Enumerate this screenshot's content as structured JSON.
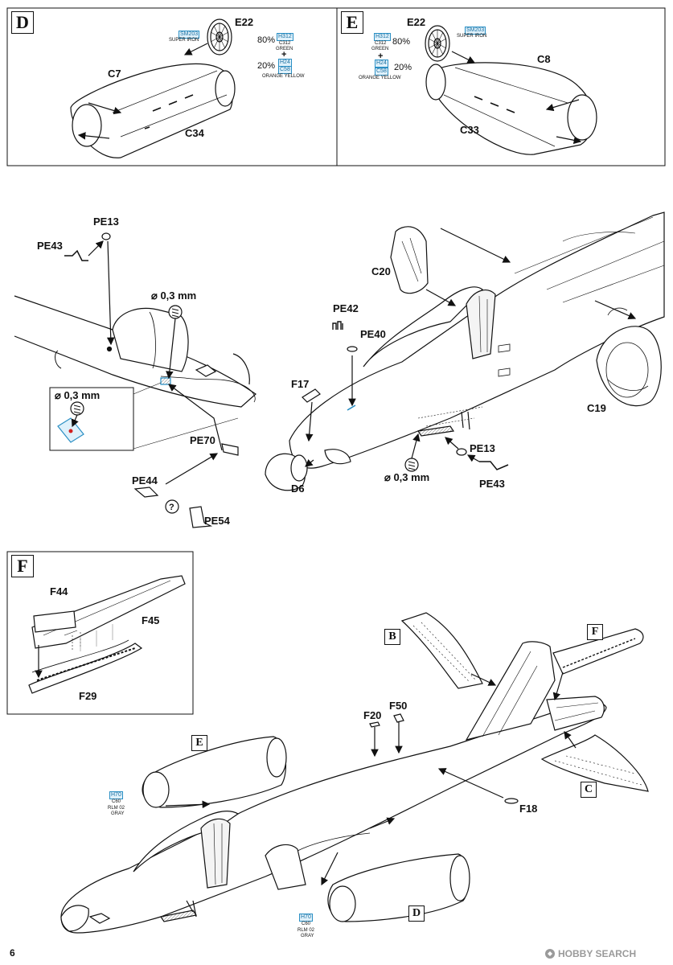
{
  "page_number": "6",
  "watermark": "HOBBY SEARCH",
  "steps": {
    "D": "D",
    "E": "E",
    "F": "F"
  },
  "refs": {
    "B": "B",
    "C": "C",
    "E": "E",
    "D": "D",
    "F": "F"
  },
  "step_d": {
    "parts": {
      "e22": "E22",
      "c7": "C7",
      "c34": "C34"
    },
    "paint": {
      "sm203": "SM203",
      "super_iron": "SUPER IRON",
      "pct_80": "80%",
      "h312": "H312",
      "c312": "C312",
      "green": "GREEN",
      "plus": "+",
      "pct_20": "20%",
      "h24": "H24",
      "c58": "C58",
      "orange_yellow": "ORANGE YELLOW"
    }
  },
  "step_e": {
    "parts": {
      "e22": "E22",
      "c8": "C8",
      "c33": "C33"
    },
    "paint": {
      "sm203": "SM203",
      "super_iron": "SUPER IRON",
      "pct_80": "80%",
      "h312": "H312",
      "c312": "C312",
      "green": "GREEN",
      "plus": "+",
      "pct_20": "20%",
      "h24": "H24",
      "c58": "C58",
      "orange_yellow": "ORANGE YELLOW"
    }
  },
  "middle": {
    "left": {
      "pe13": "PE13",
      "pe43": "PE43",
      "drill1": "⌀ 0,3 mm",
      "drill2": "⌀ 0,3 mm",
      "pe70": "PE70",
      "pe44": "PE44",
      "pe54": "PE54"
    },
    "right": {
      "c20": "C20",
      "pe42": "PE42",
      "pe40": "PE40",
      "f17": "F17",
      "d6": "D6",
      "drill": "⌀ 0,3 mm",
      "pe13": "PE13",
      "pe43": "PE43",
      "c19": "C19"
    }
  },
  "step_f": {
    "f44": "F44",
    "f45": "F45",
    "f29": "F29"
  },
  "bottom": {
    "f20": "F20",
    "f50": "F50",
    "f18": "F18",
    "paint_left": {
      "h70": "H70",
      "c60": "C60",
      "rlm": "RLM 02",
      "gray": "GRAY"
    },
    "paint_right": {
      "h70": "H70",
      "c60": "C60",
      "rlm": "RLM 02",
      "gray": "GRAY"
    }
  },
  "colors": {
    "line": "#111111",
    "accent": "#2a8fc4",
    "accent_fill": "#dff1fb",
    "shade": "#c8c8c8",
    "red": "#d21f1f"
  }
}
